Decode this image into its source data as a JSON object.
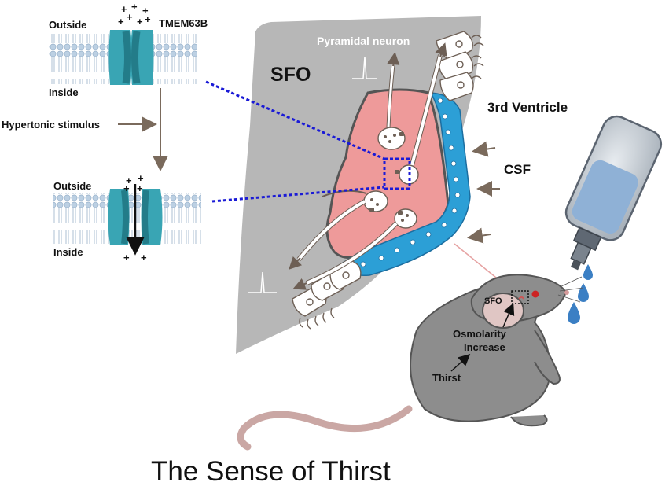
{
  "labels": {
    "outside_top": "Outside",
    "inside_top": "Inside",
    "channel_name": "TMEM63B",
    "stimulus": "Hypertonic stimulus",
    "outside_bottom": "Outside",
    "inside_bottom": "Inside",
    "pyramidal": "Pyramidal neuron",
    "sfo_region": "SFO",
    "ventricle": "3rd Ventricle",
    "csf": "CSF",
    "sfo_mouse": "SFO",
    "osmolarity_1": "Osmolarity",
    "osmolarity_2": "Increase",
    "thirst": "Thirst",
    "caption": "The Sense of Thirst"
  },
  "ions": {
    "plus": "+"
  },
  "colors": {
    "channel": "#39a5b4",
    "channel_dark": "#237c89",
    "membrane_head": "#bcd0e3",
    "brain_gray": "#b7b7b7",
    "sfo_tissue": "#ee9a9a",
    "ependymal": "#2c9fd6",
    "indicator": "#1a1ad6",
    "arrow": "#7a6a5c",
    "mouse": "#8d8d8d",
    "droplet": "#3b7fc4"
  }
}
